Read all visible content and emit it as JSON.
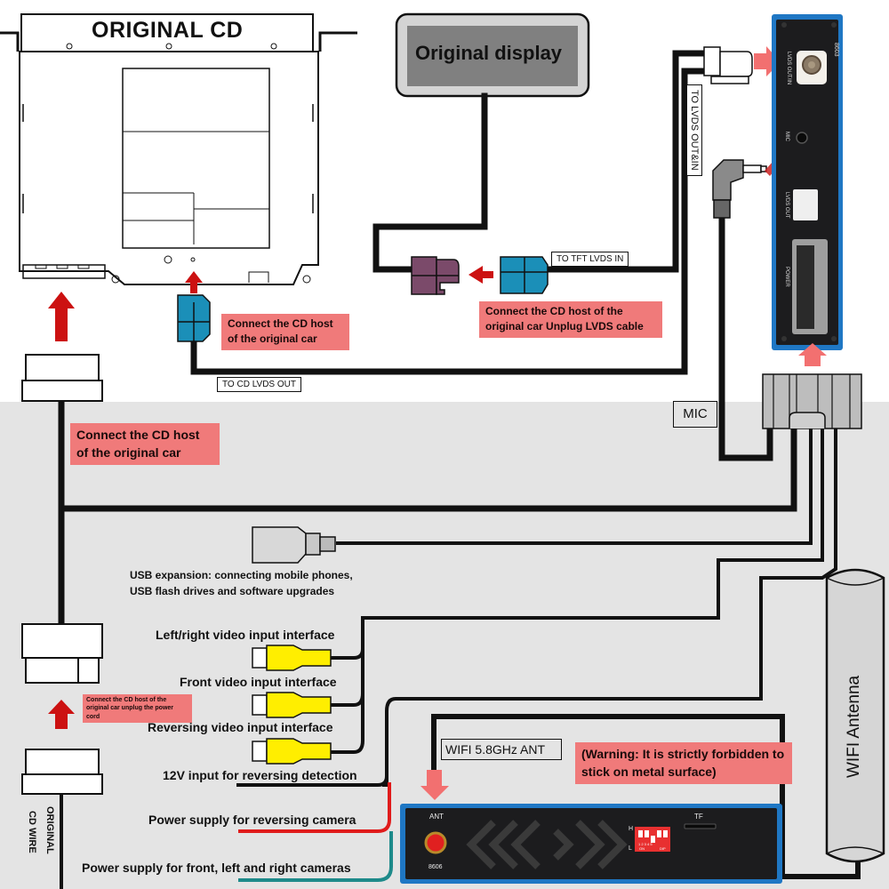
{
  "title": "Wiring diagram: LVDS video interface module installation",
  "components": {
    "original_cd": "ORIGINAL CD",
    "original_display": "Original display",
    "wifi_antenna": "WIFI Antenna",
    "original_cd_wire": [
      "ORIGINAL",
      "CD WIRE"
    ]
  },
  "cable_labels": {
    "to_lvds_out_in": "TO LVDS OUT&IN",
    "to_tft_lvds_in": "TO TFT LVDS IN",
    "to_cd_lvds_out": "TO CD LVDS OUT",
    "mic": "MIC",
    "wifi_ant": "WIFI 5.8GHz ANT"
  },
  "notes": {
    "cd_host_lvds": "Connect the CD host of the original car",
    "unplug_lvds": "Connect the CD host of the original car Unplug LVDS cable",
    "cd_host_power": "Connect the CD host of the original car",
    "unplug_power": "Connect the CD host of the original car unplug the power cord",
    "warning": "(Warning: It is strictly forbidden to stick on metal surface)"
  },
  "interfaces": {
    "usb": [
      "USB expansion: connecting mobile phones,",
      "USB flash drives and software upgrades"
    ],
    "left_right_video": "Left/right video input interface",
    "front_video": "Front video input interface",
    "reversing_video": "Reversing video input interface",
    "reverse_detect_12v": "12V input for reversing detection",
    "reversing_camera_power": "Power supply for reversing camera",
    "front_lr_camera_power": "Power supply for front, left and right cameras"
  },
  "main_module": {
    "port_lvds": "LVDS OUT/IN",
    "model": "8603",
    "port_mic": "MIC",
    "port_lvds_alt": "LVDS OUT",
    "port_power": "POWER"
  },
  "wifi_module": {
    "ant": "ANT",
    "model": "8606",
    "tf": "TF",
    "dip_high": "H",
    "dip_low": "L",
    "dip_numbers": "1 2 3 4 5",
    "dip_on": "ON",
    "dip_brand": "DIP"
  },
  "colors": {
    "background_top": "#ffffff",
    "background_bottom": "#e4e4e4",
    "note_pink": "#f07a7a",
    "arrow_red": "#cc1111",
    "arrow_pink": "#f27070",
    "module_blue": "#1f77c4",
    "module_black": "#1c1c1e",
    "connector_teal": "#1b8fb8",
    "connector_purple": "#7b4a6a",
    "rca_yellow": "#ffee00",
    "wire_red": "#e01b1b",
    "wire_teal": "#1d8a8a"
  }
}
